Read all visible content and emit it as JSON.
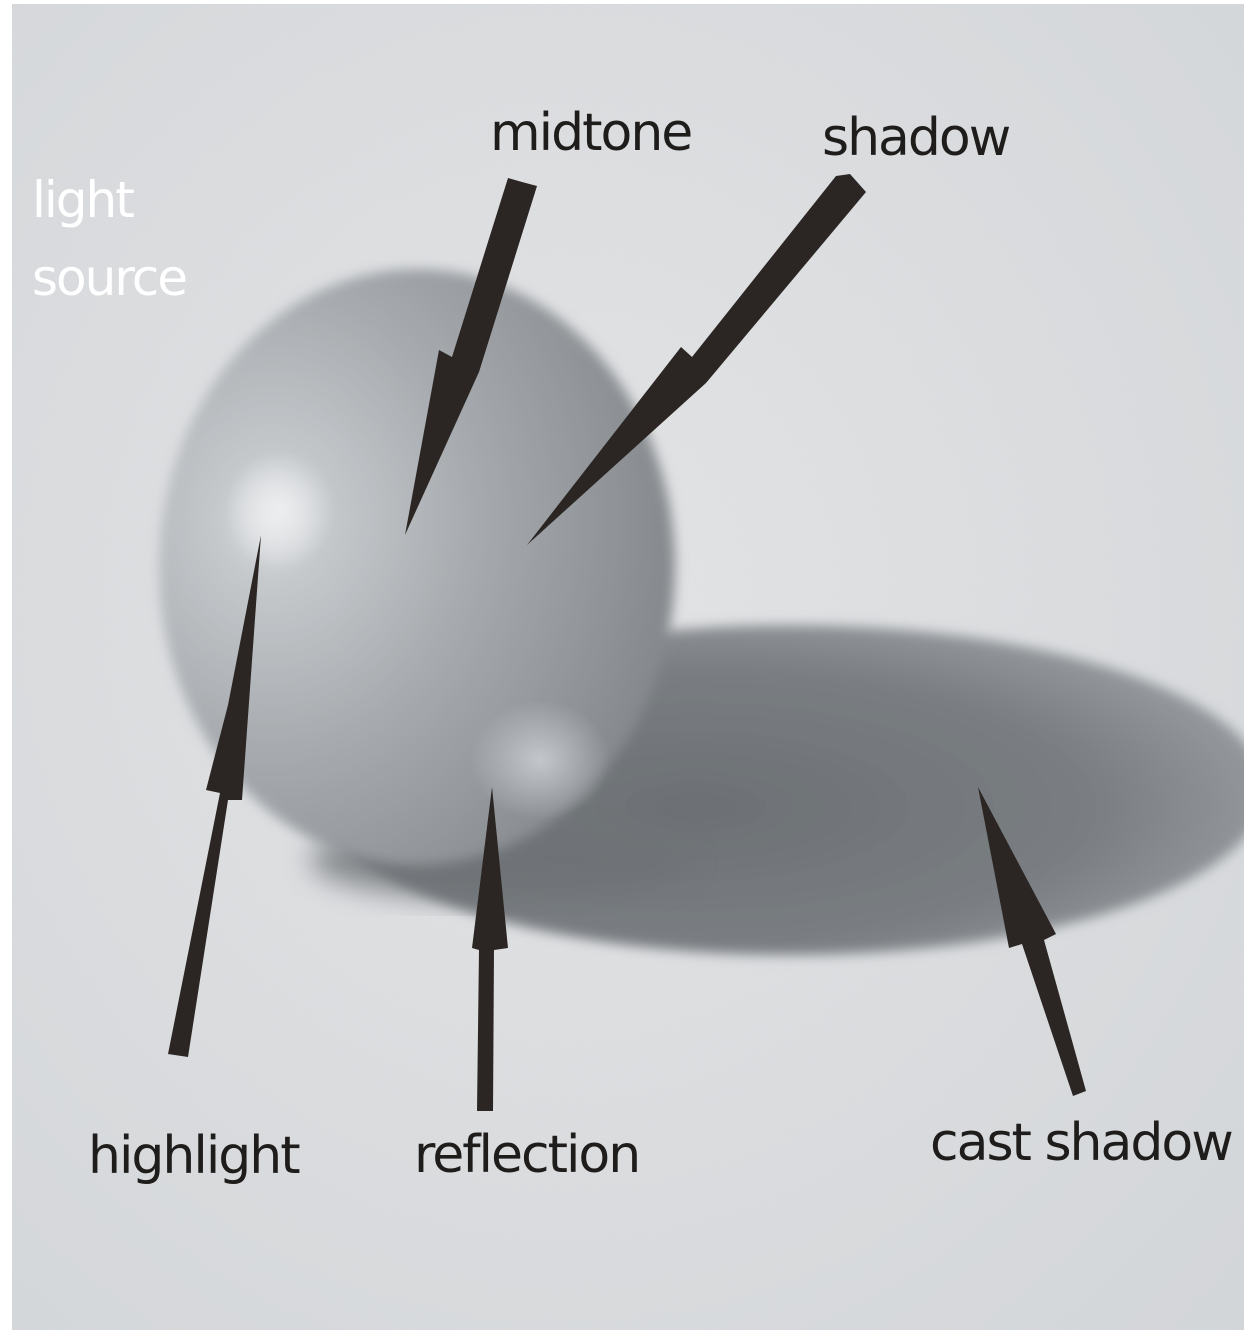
{
  "figure": {
    "light_source_lines": [
      "light",
      "source"
    ],
    "labels": {
      "midtone": "midtone",
      "shadow": "shadow",
      "highlight": "highlight",
      "reflection": "reflection",
      "cast_shadow": "cast shadow"
    },
    "colors": {
      "paper": "#dfe1e3",
      "arrow": "#2b2623",
      "dark_label": "#1f1d1c",
      "light_label": "#ffffff",
      "border": "#ffffff"
    }
  }
}
